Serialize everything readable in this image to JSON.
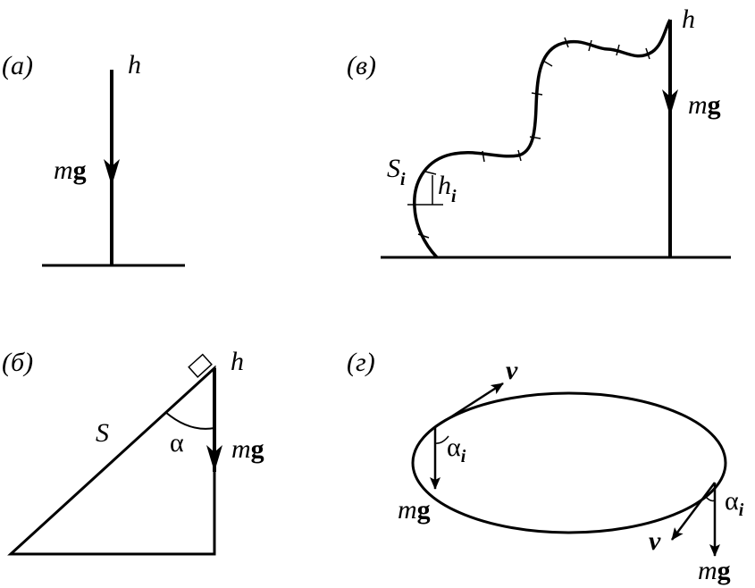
{
  "panels": {
    "a": {
      "tag": "(а)",
      "h": "h",
      "m": "m",
      "g": "g"
    },
    "b": {
      "tag": "(б)",
      "h": "h",
      "S": "S",
      "alpha": "α",
      "m": "m",
      "g": "g"
    },
    "v": {
      "tag": "(в)",
      "h": "h",
      "m": "m",
      "g": "g",
      "S": "S",
      "S_sub": "i",
      "h_small": "h",
      "h_sub": "i"
    },
    "g": {
      "tag": "(г)",
      "v1": "v",
      "v2": "v",
      "alpha1": "α",
      "alpha1_sub": "i",
      "alpha2": "α",
      "alpha2_sub": "i",
      "m1": "m",
      "g1": "g",
      "m2": "m",
      "g2": "g"
    }
  }
}
